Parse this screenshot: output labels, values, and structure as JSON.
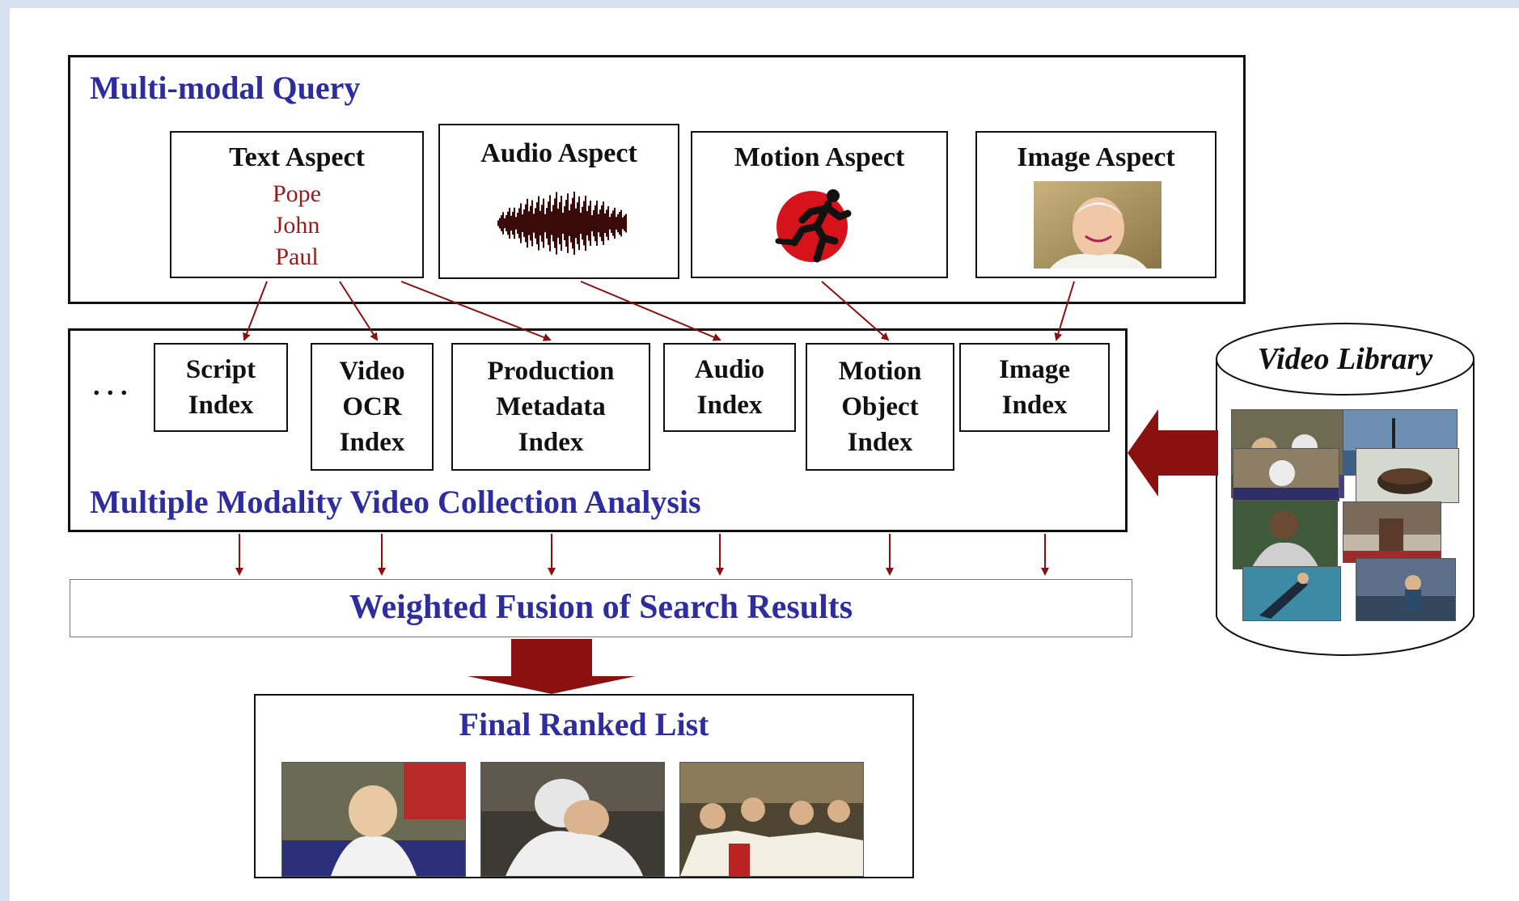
{
  "query": {
    "title": "Multi-modal Query",
    "aspects": [
      {
        "title": "Text Aspect",
        "terms": [
          "Pope",
          "John",
          "Paul"
        ]
      },
      {
        "title": "Audio Aspect",
        "icon": "waveform-icon"
      },
      {
        "title": "Motion Aspect",
        "icon": "running-person-icon"
      },
      {
        "title": "Image Aspect",
        "icon": "portrait-photo"
      }
    ]
  },
  "analysis": {
    "title": "Multiple Modality Video Collection Analysis",
    "ellipsis": ". . .",
    "indexes": [
      {
        "lines": [
          "Script",
          "Index"
        ]
      },
      {
        "lines": [
          "Video",
          "OCR",
          "Index"
        ]
      },
      {
        "lines": [
          "Production",
          "Metadata",
          "Index"
        ]
      },
      {
        "lines": [
          "Audio",
          "Index"
        ]
      },
      {
        "lines": [
          "Motion",
          "Object",
          "Index"
        ]
      },
      {
        "lines": [
          "Image",
          "Index"
        ]
      }
    ]
  },
  "fusion": {
    "title": "Weighted Fusion of Search Results"
  },
  "final": {
    "title": "Final Ranked List",
    "result_count": 3
  },
  "library": {
    "title": "Video Library",
    "thumbnail_count": 8
  },
  "colors": {
    "title_blue": "#2d2d9e",
    "arrow_red": "#8b1010",
    "term_red": "#9a1b1b"
  }
}
